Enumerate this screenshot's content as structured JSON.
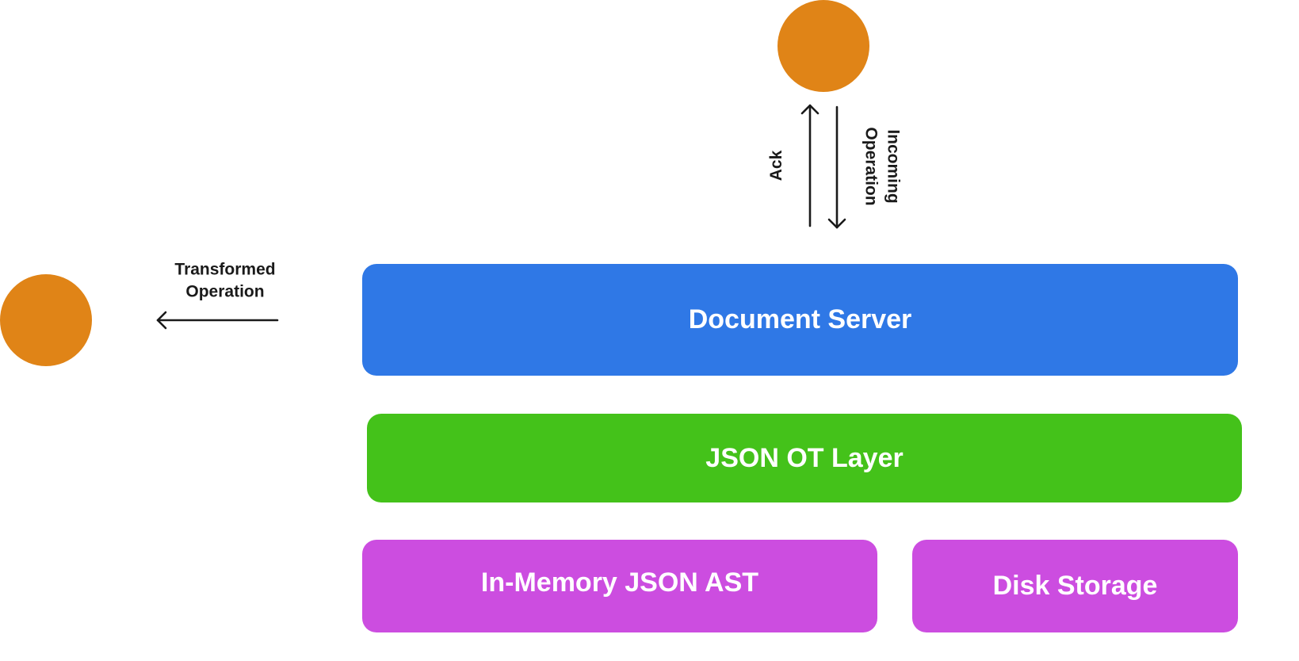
{
  "colors": {
    "client": "#e08417",
    "document_server": "#2f78e6",
    "json_ot_layer": "#44c21a",
    "storage": "#cc4de0",
    "text_dark": "#1a1a1a",
    "text_light": "#ffffff"
  },
  "nodes": {
    "top_client": {
      "icon": "client-circle"
    },
    "left_client": {
      "icon": "client-circle"
    }
  },
  "edges": {
    "ack": {
      "label": "Ack",
      "direction": "up"
    },
    "incoming": {
      "label_line1": "Incoming",
      "label_line2": "Operation",
      "direction": "down"
    },
    "transformed": {
      "label_line1": "Transformed",
      "label_line2": "Operation",
      "direction": "left"
    }
  },
  "boxes": {
    "document_server": {
      "label": "Document Server"
    },
    "json_ot_layer": {
      "label": "JSON OT Layer"
    },
    "in_memory_ast": {
      "label": "In-Memory JSON AST"
    },
    "disk_storage": {
      "label": "Disk Storage"
    }
  }
}
